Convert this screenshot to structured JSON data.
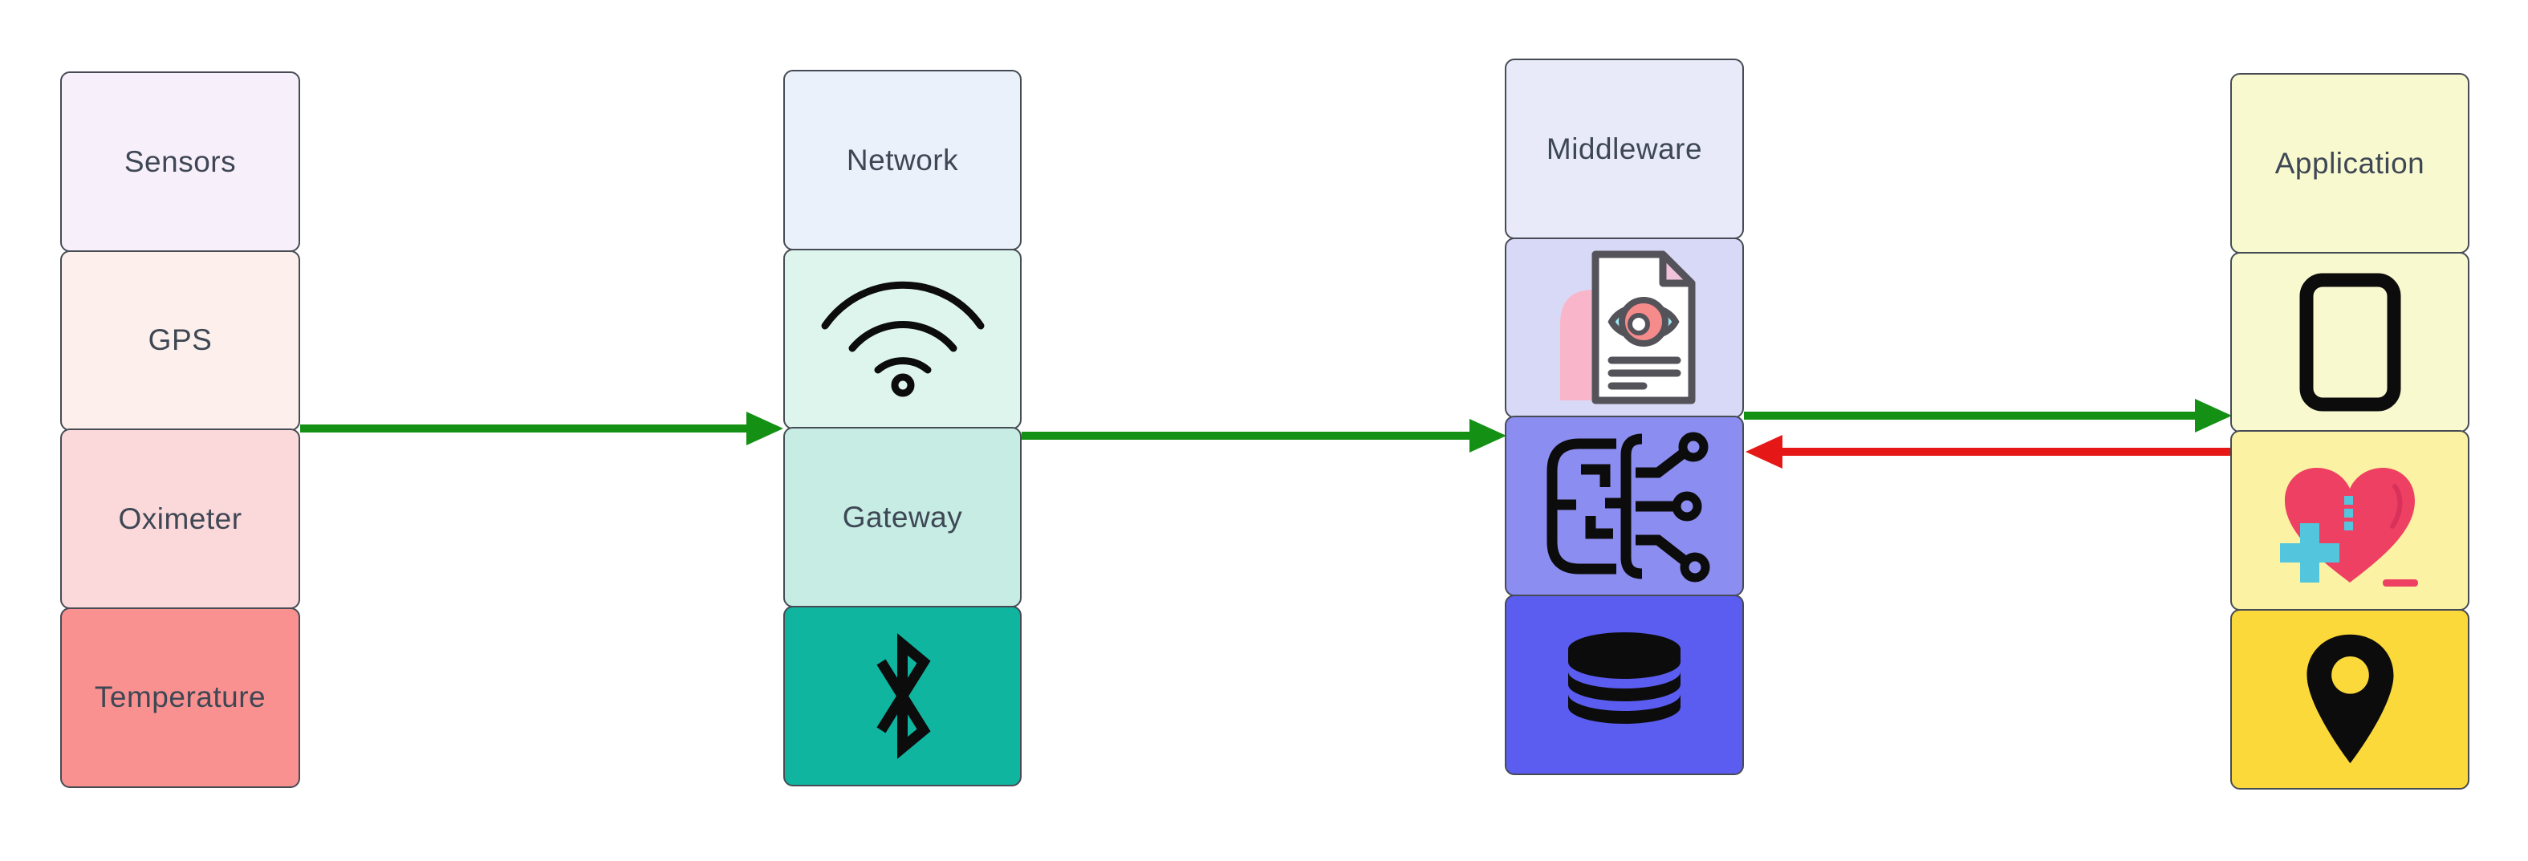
{
  "diagram": {
    "description": "IoT health monitoring architecture diagram",
    "background": "#ffffff"
  },
  "colors": {
    "box_border": "#464b54",
    "label_text": "#3e4754",
    "arrow_green": "#149114",
    "arrow_red": "#e61717"
  },
  "icon_palette": {
    "black": "#0c0c0c",
    "outline_gray": "#54535a",
    "doc_pink": "#f9b6ca",
    "fold_pink": "#f0c3da",
    "eye_cyan": "#9fe5f2",
    "iris_red": "#f58b8b",
    "pupil_white": "#ffffff",
    "page_white": "#ffffff",
    "heart_red": "#ee4063",
    "heart_shade": "#d8315a",
    "medical_cyan": "#53c6de"
  },
  "columns": [
    {
      "name": "sensors",
      "boxes": [
        {
          "label": "Sensors",
          "bg": "#f7effa"
        },
        {
          "label": "GPS",
          "bg": "#fdf0ec"
        },
        {
          "label": "Oximeter",
          "bg": "#fbd8d9"
        },
        {
          "label": "Temperature",
          "bg": "#f99190"
        }
      ]
    },
    {
      "name": "network",
      "boxes": [
        {
          "label": "Network",
          "bg": "#eaf1fb"
        },
        {
          "icon": "wifi-icon",
          "bg": "#def5ee"
        },
        {
          "label": "Gateway",
          "bg": "#c7ece4"
        },
        {
          "icon": "bluetooth-icon",
          "bg": "#10b5a0"
        }
      ]
    },
    {
      "name": "middleware",
      "boxes": [
        {
          "label": "Middleware",
          "bg": "#e9eaf9"
        },
        {
          "icon": "document-eye-icon",
          "bg": "#d8d9f7"
        },
        {
          "icon": "ai-brain-circuit-icon",
          "bg": "#8b8df0"
        },
        {
          "icon": "database-icon",
          "bg": "#5b5df1"
        }
      ]
    },
    {
      "name": "application",
      "boxes": [
        {
          "label": "Application",
          "bg": "#f9f9d0"
        },
        {
          "icon": "smartphone-icon",
          "bg": "#f9f9d0"
        },
        {
          "icon": "health-heart-icon",
          "bg": "#fbf2a3"
        },
        {
          "icon": "location-pin-icon",
          "bg": "#fbd93a"
        }
      ]
    }
  ],
  "arrows": [
    {
      "name": "sensors-to-network",
      "direction": "right",
      "color": "#149114"
    },
    {
      "name": "network-to-middleware",
      "direction": "right",
      "color": "#149114"
    },
    {
      "name": "middleware-to-application",
      "direction": "right",
      "color": "#149114"
    },
    {
      "name": "application-to-middleware",
      "direction": "left",
      "color": "#e61717"
    }
  ]
}
